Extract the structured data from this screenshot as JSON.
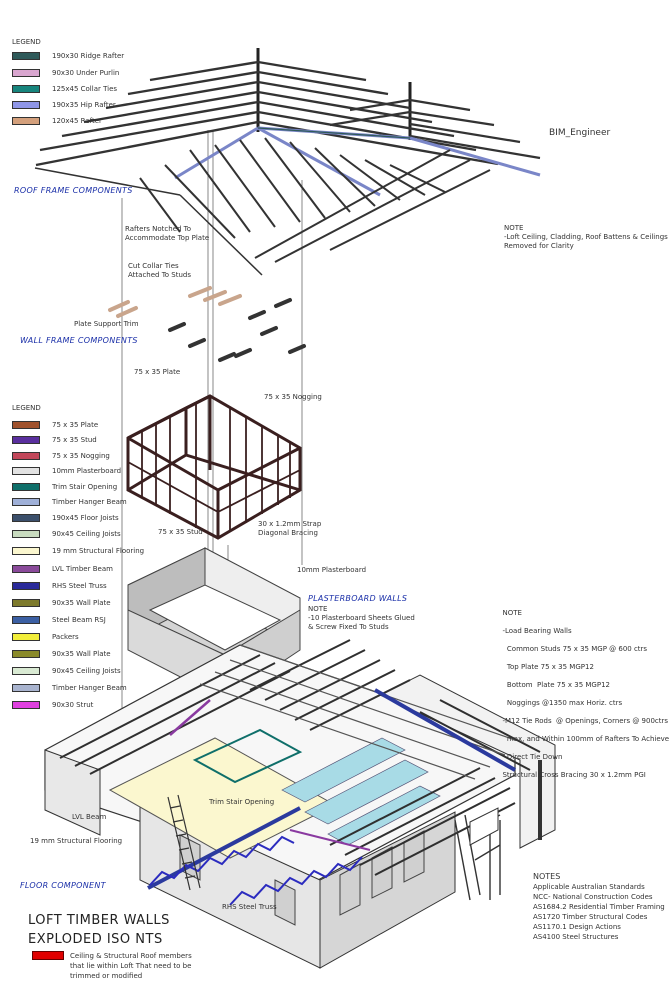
{
  "watermark": "BIM_Engineer",
  "roof_legend": {
    "title": "LEGEND",
    "items": [
      {
        "label": "190x30 Ridge Rafter",
        "color": "#2f5a5a"
      },
      {
        "label": "90x30 Under Purlin",
        "color": "#d9a6cf"
      },
      {
        "label": "125x45 Collar Ties",
        "color": "#17857d"
      },
      {
        "label": "190x35 Hip Rafter",
        "color": "#8f96e8"
      },
      {
        "label": "120x45 Rafter",
        "color": "#d4a07c"
      }
    ]
  },
  "wall_legend": {
    "title": "LEGEND",
    "items": [
      {
        "label": "75 x 35 Plate",
        "color": "#a0522d"
      },
      {
        "label": "75 x 35 Stud",
        "color": "#5a2f9e"
      },
      {
        "label": "75 x 35 Nogging",
        "color": "#c2475a"
      },
      {
        "label": "10mm Plasterboard",
        "color": "#e2e2e2"
      },
      {
        "label": "Trim Stair Opening",
        "color": "#0f6f6a"
      },
      {
        "label": "Timber Hanger Beam",
        "color": "#9fb0d8"
      },
      {
        "label": "190x45 Floor Joists",
        "color": "#3b4f6b"
      },
      {
        "label": "90x45 Ceiling Joists",
        "color": "#c9dcc0"
      },
      {
        "label": "19 mm Structural Flooring",
        "color": "#fbf7cf"
      },
      {
        "label": "LVL Timber Beam",
        "color": "#8a4a9a"
      },
      {
        "label": "RHS Steel Truss",
        "color": "#2a2a9a"
      },
      {
        "label": "90x35 Wall Plate",
        "color": "#7d7a2c"
      },
      {
        "label": "Steel Beam RSJ",
        "color": "#3b5fa3"
      },
      {
        "label": "Packers",
        "color": "#f2ee3a"
      },
      {
        "label": "90x35 Wall Plate",
        "color": "#8a8a2a"
      },
      {
        "label": "90x45 Ceiling Joists",
        "color": "#d9ead3"
      },
      {
        "label": "Timber Hanger Beam",
        "color": "#a9b4cf"
      },
      {
        "label": "90x30 Strut",
        "color": "#e040e0"
      }
    ]
  },
  "labels": {
    "roof_components": "ROOF FRAME  COMPONENTS",
    "wall_components": "WALL FRAME  COMPONENTS",
    "floor_component": "FLOOR COMPONENT",
    "plasterboard_walls": "PLASTERBOARD WALLS",
    "rafters_notched_1": "Rafters Notched To",
    "rafters_notched_2": "Accommodate Top Plate",
    "cut_collar_1": "Cut Collar Ties",
    "cut_collar_2": "Attached To Studs",
    "plate_support": "Plate Support Trim",
    "plate_75": "75 x 35 Plate",
    "nogging_75": "75 x 35 Nogging",
    "stud_75": "75 x 35 Stud",
    "strap_1": "30 x 1.2mm Strap",
    "strap_2": "Diagonal Bracing",
    "plasterboard_10": "10mm Plasterboard",
    "lvl_beam": "LVL Beam",
    "trim_stair": "Trim Stair Opening",
    "flooring_19": "19 mm Structural Flooring",
    "rhs_truss": "RHS Steel Truss"
  },
  "note_roof": {
    "head": "NOTE",
    "lines": [
      "-Loft Ceiling, Cladding, Roof Battens & Ceilings",
      "Removed for Clarity"
    ]
  },
  "note_plasterboard": {
    "head": "NOTE",
    "lines": [
      "-10 Plasterboard Sheets Glued",
      "& Screw Fixed To Studs"
    ]
  },
  "note_walls": {
    "head": "NOTE",
    "lines": [
      "-Load Bearing Walls",
      "  Common Studs 75 x 35 MGP @ 600 ctrs",
      "  Top Plate 75 x 35 MGP12",
      "  Bottom  Plate 75 x 35 MGP12",
      "  Noggings @1350 max Horiz. ctrs",
      "-M12 Tie Rods  @ Openings, Corners @ 900ctrs",
      "  max, and Within 100mm of Rafters To Achieve",
      "  Direct Tie Down",
      "Structural Cross Bracing 30 x 1.2mm PGI"
    ]
  },
  "notes_standards": {
    "head": "NOTES",
    "lines": [
      "Applicable Australian Standards",
      "NCC- National Construction Codes",
      "AS1684.2 Residential Timber Framing",
      "AS1720 Timber Structural Codes",
      "AS1170.1 Design Actions",
      "AS4100 Steel Structures"
    ]
  },
  "title": {
    "line1": "LOFT TIMBER WALLS",
    "line2": "EXPLODED  ISO NTS"
  },
  "red_note": {
    "color": "#e00000",
    "lines": [
      "Ceiling & Structural Roof members",
      "that lie within Loft That need to be",
      "trimmed or modified"
    ]
  }
}
